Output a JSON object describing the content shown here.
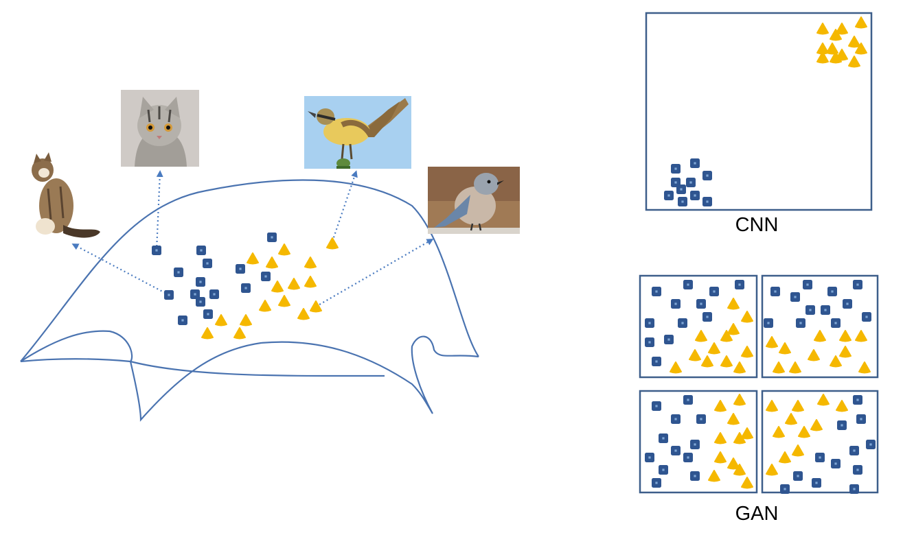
{
  "labels": {
    "cnn": "CNN",
    "gan": "GAN"
  },
  "colors": {
    "outline": "#3d5e8a",
    "manifold": "#4a73b0",
    "square": "#2f5590",
    "square_dot": "#7fa6d6",
    "triangle": "#f5b800",
    "arrow": "#4a7bc0"
  },
  "photos": [
    {
      "name": "sitting-cat-photo",
      "subject": "cat"
    },
    {
      "name": "kitten-photo",
      "subject": "cat"
    },
    {
      "name": "yellow-bird-photo",
      "subject": "bird"
    },
    {
      "name": "bluebird-photo",
      "subject": "bird"
    }
  ],
  "legend_shapes": {
    "cat_class": "square",
    "bird_class": "triangle"
  }
}
